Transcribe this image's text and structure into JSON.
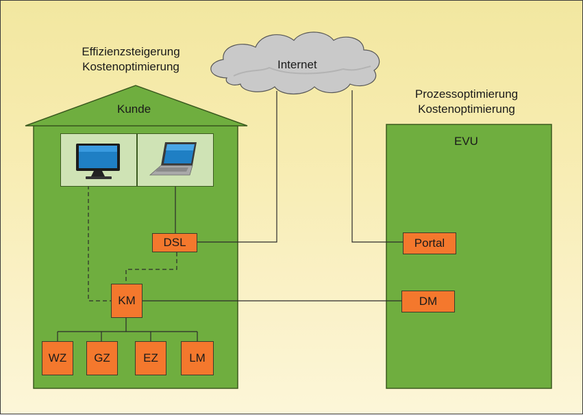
{
  "cloud": {
    "label": "Internet"
  },
  "customer": {
    "caption_line1": "Effizienzsteigerung",
    "caption_line2": "Kostenoptimierung",
    "house_label": "Kunde",
    "devices": [
      "monitor-icon",
      "laptop-icon"
    ],
    "nodes": {
      "dsl": "DSL",
      "km": "KM",
      "meters": [
        "WZ",
        "GZ",
        "EZ",
        "LM"
      ]
    }
  },
  "utility": {
    "caption_line1": "Prozessoptimierung",
    "caption_line2": "Kostenoptimierung",
    "label": "EVU",
    "nodes": {
      "portal": "Portal",
      "dm": "DM"
    }
  },
  "colors": {
    "house_green": "#6fae3f",
    "node_orange": "#f4782d",
    "panel_light": "#cfe3b5",
    "cloud_grey": "#c9c9c9"
  }
}
